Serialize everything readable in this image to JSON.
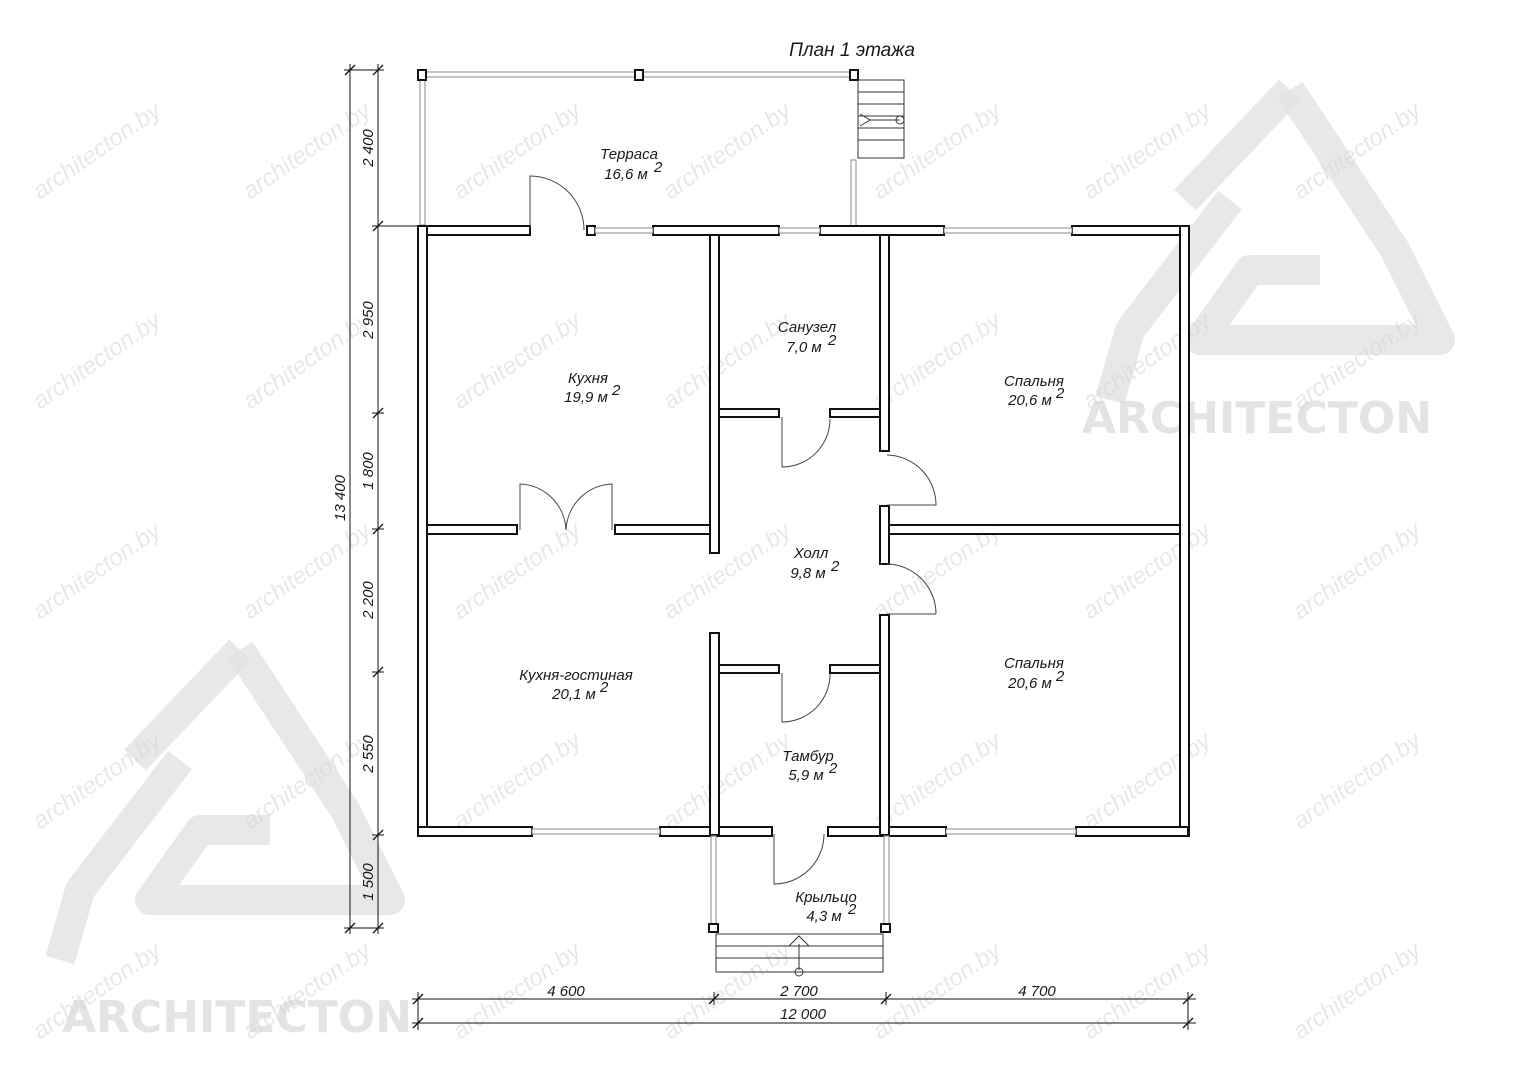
{
  "title": "План 1 этажа",
  "watermark": {
    "site": "architecton.by",
    "brand": "ARCHITECTON"
  },
  "rooms": {
    "terrace": {
      "name": "Терраса",
      "area": "16,6 м",
      "sup": "2"
    },
    "kitchen": {
      "name": "Кухня",
      "area": "19,9 м",
      "sup": "2"
    },
    "bathroom": {
      "name": "Санузел",
      "area": "7,0 м",
      "sup": "2"
    },
    "bedroom_top": {
      "name": "Спальня",
      "area": "20,6 м",
      "sup": "2"
    },
    "hall": {
      "name": "Холл",
      "area": "9,8 м",
      "sup": "2"
    },
    "living": {
      "name": "Кухня-гостиная",
      "area": "20,1 м",
      "sup": "2"
    },
    "bedroom_bottom": {
      "name": "Спальня",
      "area": "20,6 м",
      "sup": "2"
    },
    "vestibule": {
      "name": "Тамбур",
      "area": "5,9 м",
      "sup": "2"
    },
    "porch": {
      "name": "Крыльцо",
      "area": "4,3 м",
      "sup": "2"
    }
  },
  "dimensions": {
    "vertical": {
      "d1": "2 400",
      "d2": "2 950",
      "d3": "1 800",
      "d4": "2 200",
      "d5": "2 550",
      "d6": "1 500",
      "total": "13 400"
    },
    "horizontal": {
      "d1": "4 600",
      "d2": "2 700",
      "d3": "4 700",
      "total": "12 000"
    }
  }
}
